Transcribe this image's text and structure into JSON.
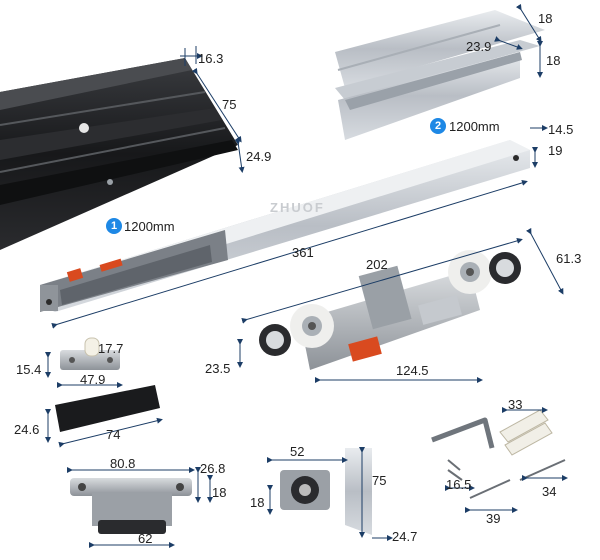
{
  "parts": {
    "black_track": {
      "number": "1",
      "length": "1200mm",
      "dims": [
        "16.3",
        "75",
        "24.9"
      ]
    },
    "silver_track": {
      "number": "2",
      "length": "1200mm",
      "dims": [
        "18",
        "23.9",
        "18"
      ]
    },
    "damper_bar": {
      "dims": [
        "14.5",
        "19",
        "361"
      ]
    },
    "roller_carriage": {
      "dims": [
        "202",
        "61.3",
        "23.5",
        "124.5"
      ]
    },
    "stopper": {
      "dims": [
        "17.7",
        "15.4",
        "47.9"
      ]
    },
    "black_strip": {
      "dims": [
        "24.6",
        "74"
      ]
    },
    "guide_bracket": {
      "dims": [
        "80.8",
        "26.8",
        "18",
        "62"
      ]
    },
    "wheel_bracket": {
      "dims": [
        "52",
        "75",
        "18",
        "24.7"
      ]
    },
    "hardware": {
      "dims": [
        "33",
        "16.5",
        "34",
        "39"
      ]
    }
  },
  "watermark": "ZHUOF",
  "colors": {
    "badge": "#1e88e5",
    "aluminum": "#c8ccd2",
    "black_anodized": "#1e1f22",
    "dim_line": "#1c3d66"
  }
}
